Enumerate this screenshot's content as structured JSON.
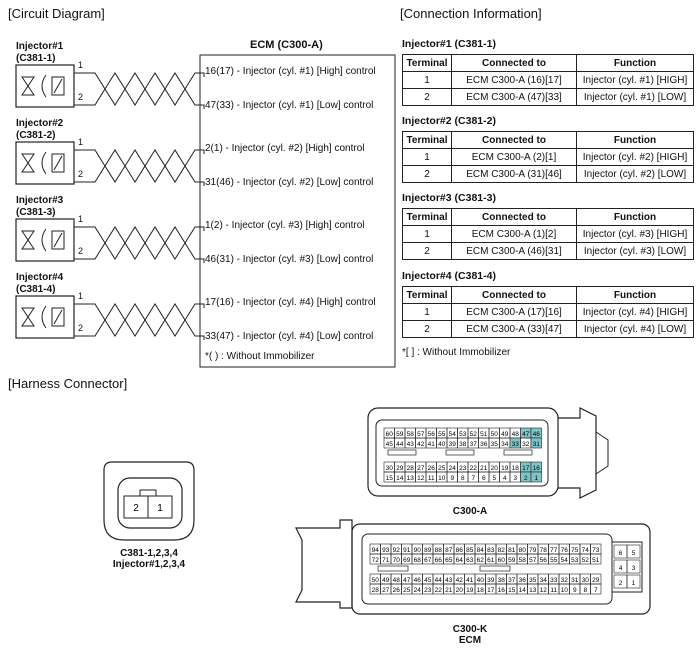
{
  "sections": {
    "circuit": "[Circuit Diagram]",
    "connection": "[Connection Information]",
    "harness": "[Harness Connector]"
  },
  "ecm": {
    "title": "ECM (C300-A)",
    "rows": [
      "16(17) - Injector (cyl. #1) [High] control",
      "47(33) - Injector (cyl. #1) [Low] control",
      "2(1) - Injector (cyl. #2) [High] control",
      "31(46) - Injector (cyl. #2) [Low] control",
      "1(2) - Injector (cyl. #3) [High] control",
      "46(31) - Injector (cyl. #3) [Low] control",
      "17(16) - Injector (cyl. #4) [High] control",
      "33(47) - Injector (cyl. #4) [Low] control"
    ],
    "note": "*( ) : Without Immobilizer"
  },
  "injectors": [
    {
      "name": "Injector#1",
      "conn": "(C381-1)"
    },
    {
      "name": "Injector#2",
      "conn": "(C381-2)"
    },
    {
      "name": "Injector#3",
      "conn": "(C381-3)"
    },
    {
      "name": "Injector#4",
      "conn": "(C381-4)"
    }
  ],
  "pins": {
    "one": "1",
    "two": "2"
  },
  "tables": [
    {
      "title": "Injector#1 (C381-1)",
      "rows": [
        [
          "1",
          "ECM C300-A (16)[17]",
          "Injector (cyl. #1) [HIGH]"
        ],
        [
          "2",
          "ECM C300-A (47)[33]",
          "Injector (cyl. #1) [LOW]"
        ]
      ]
    },
    {
      "title": "Injector#2 (C381-2)",
      "rows": [
        [
          "1",
          "ECM C300-A (2)[1]",
          "Injector (cyl. #2) [HIGH]"
        ],
        [
          "2",
          "ECM C300-A (31)[46]",
          "Injector (cyl. #2) [LOW]"
        ]
      ]
    },
    {
      "title": "Injector#3 (C381-3)",
      "rows": [
        [
          "1",
          "ECM C300-A (1)[2]",
          "Injector (cyl. #3) [HIGH]"
        ],
        [
          "2",
          "ECM C300-A (46)[31]",
          "Injector (cyl. #3) [LOW]"
        ]
      ]
    },
    {
      "title": "Injector#4 (C381-4)",
      "rows": [
        [
          "1",
          "ECM C300-A (17)[16]",
          "Injector (cyl. #4) [HIGH]"
        ],
        [
          "2",
          "ECM C300-A (33)[47]",
          "Injector (cyl. #4) [LOW]"
        ]
      ]
    }
  ],
  "table_headers": [
    "Terminal",
    "Connected to",
    "Function"
  ],
  "table_note": "*[ ] : Without Immobilizer",
  "harness": {
    "injector_conn_label_1": "C381-1,2,3,4",
    "injector_conn_label_2": "Injector#1,2,3,4",
    "injector_pins": [
      "2",
      "1"
    ],
    "c300a_label": "C300-A",
    "c300k_label_1": "C300-K",
    "c300k_label_2": "ECM",
    "c300a_rows": [
      [
        "60",
        "59",
        "58",
        "57",
        "56",
        "55",
        "54",
        "53",
        "52",
        "51",
        "50",
        "49",
        "48",
        "47",
        "46"
      ],
      [
        "45",
        "44",
        "43",
        "42",
        "41",
        "40",
        "39",
        "38",
        "37",
        "36",
        "35",
        "34",
        "33",
        "32",
        "31"
      ],
      [
        "30",
        "29",
        "28",
        "27",
        "26",
        "25",
        "24",
        "23",
        "22",
        "21",
        "20",
        "19",
        "18",
        "17",
        "16"
      ],
      [
        "15",
        "14",
        "13",
        "12",
        "11",
        "10",
        "9",
        "8",
        "7",
        "6",
        "5",
        "4",
        "3",
        "2",
        "1"
      ]
    ],
    "c300a_highlight": [
      "47",
      "46",
      "33",
      "31",
      "17",
      "16",
      "2",
      "1"
    ],
    "c300k_rows": [
      [
        "94",
        "93",
        "92",
        "91",
        "90",
        "89",
        "88",
        "87",
        "86",
        "85",
        "84",
        "83",
        "82",
        "81",
        "80",
        "79",
        "78",
        "77",
        "76",
        "75",
        "74",
        "73"
      ],
      [
        "72",
        "71",
        "70",
        "69",
        "68",
        "67",
        "66",
        "65",
        "64",
        "63",
        "62",
        "61",
        "60",
        "59",
        "58",
        "57",
        "56",
        "55",
        "54",
        "53",
        "52",
        "51"
      ],
      [
        "50",
        "49",
        "48",
        "47",
        "46",
        "45",
        "44",
        "43",
        "42",
        "41",
        "40",
        "39",
        "38",
        "37",
        "36",
        "35",
        "34",
        "33",
        "32",
        "31",
        "30",
        "29"
      ],
      [
        "28",
        "27",
        "26",
        "25",
        "24",
        "23",
        "22",
        "21",
        "20",
        "19",
        "18",
        "17",
        "16",
        "15",
        "14",
        "13",
        "12",
        "11",
        "10",
        "9",
        "8",
        "7"
      ]
    ],
    "c300k_small": [
      [
        "6",
        "5"
      ],
      [
        "4",
        "3"
      ],
      [
        "2",
        "1"
      ]
    ]
  },
  "colors": {
    "highlight": "#7fc4c6",
    "line": "#222222"
  }
}
